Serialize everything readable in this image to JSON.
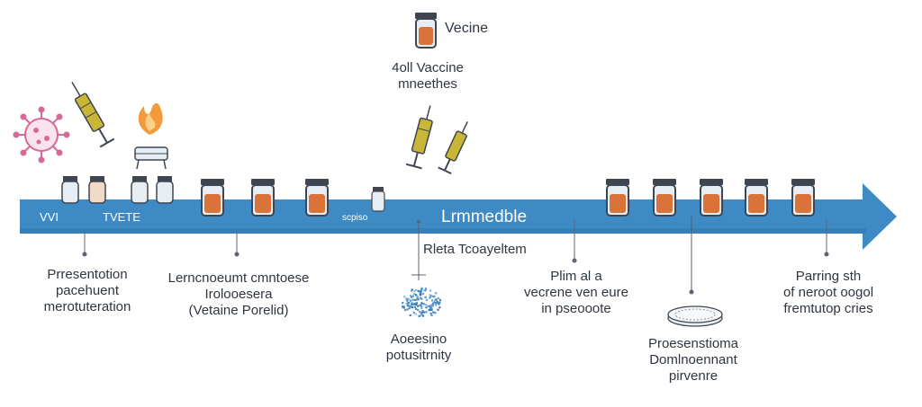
{
  "header": {
    "vial_label": "Vecine",
    "vaccine_title": "4oll Vaccine\nmneethes"
  },
  "timeline": {
    "bar_left_a": "VVI",
    "bar_left_b": "TVETE",
    "bar_small": "scpiso",
    "bar_center": "Lrmmedble",
    "below_bar_center": "Rleta Tcoayeltem"
  },
  "labels": [
    {
      "id": "presentation",
      "text": "Prresentotion\npacehuent\nmerotuteration"
    },
    {
      "id": "lemonongomt",
      "text": "Lerncnoeumt cmntoese\nIrolooesera\n(Vetaine Porelid)"
    },
    {
      "id": "aoeesino",
      "text": "Aoeesino\npotusitrnity"
    },
    {
      "id": "plim",
      "text": "Plim al a\nvecrene ven eure\nin pseooote"
    },
    {
      "id": "prosenstioma",
      "text": "Proesenstioma\nDomlnoennant\npirvenre"
    },
    {
      "id": "parring",
      "text": "Parring sth\nof neroot oogol\nfremtutop cries"
    }
  ],
  "colors": {
    "arrow": "#3d8ac4",
    "arrow_dark": "#2e74ad",
    "vial_fill": "#d9733a",
    "vial_cap": "#3f4652",
    "vial_glass": "#e6eef4",
    "syringe_fill": "#c9b637",
    "virus": "#d7699a",
    "flame": "#f29b3c",
    "dots": "#2e78b8"
  },
  "icons": [
    "virus-icon",
    "syringe-icon",
    "flame-icon",
    "burner-icon",
    "vial-icon",
    "petri-dish-icon",
    "particle-cloud-icon"
  ]
}
